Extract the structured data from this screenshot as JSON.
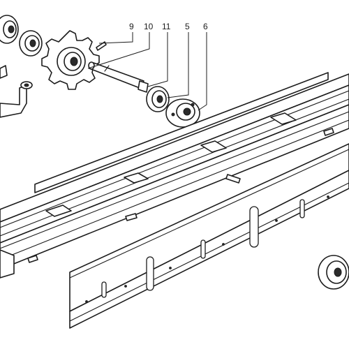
{
  "callouts": [
    {
      "id": "callout-9",
      "label": "9"
    },
    {
      "id": "callout-10",
      "label": "10"
    },
    {
      "id": "callout-11",
      "label": "11"
    },
    {
      "id": "callout-5",
      "label": "5"
    },
    {
      "id": "callout-6",
      "label": "6"
    }
  ],
  "colors": {
    "ink": "#1c1c1c",
    "paper": "#ffffff"
  }
}
